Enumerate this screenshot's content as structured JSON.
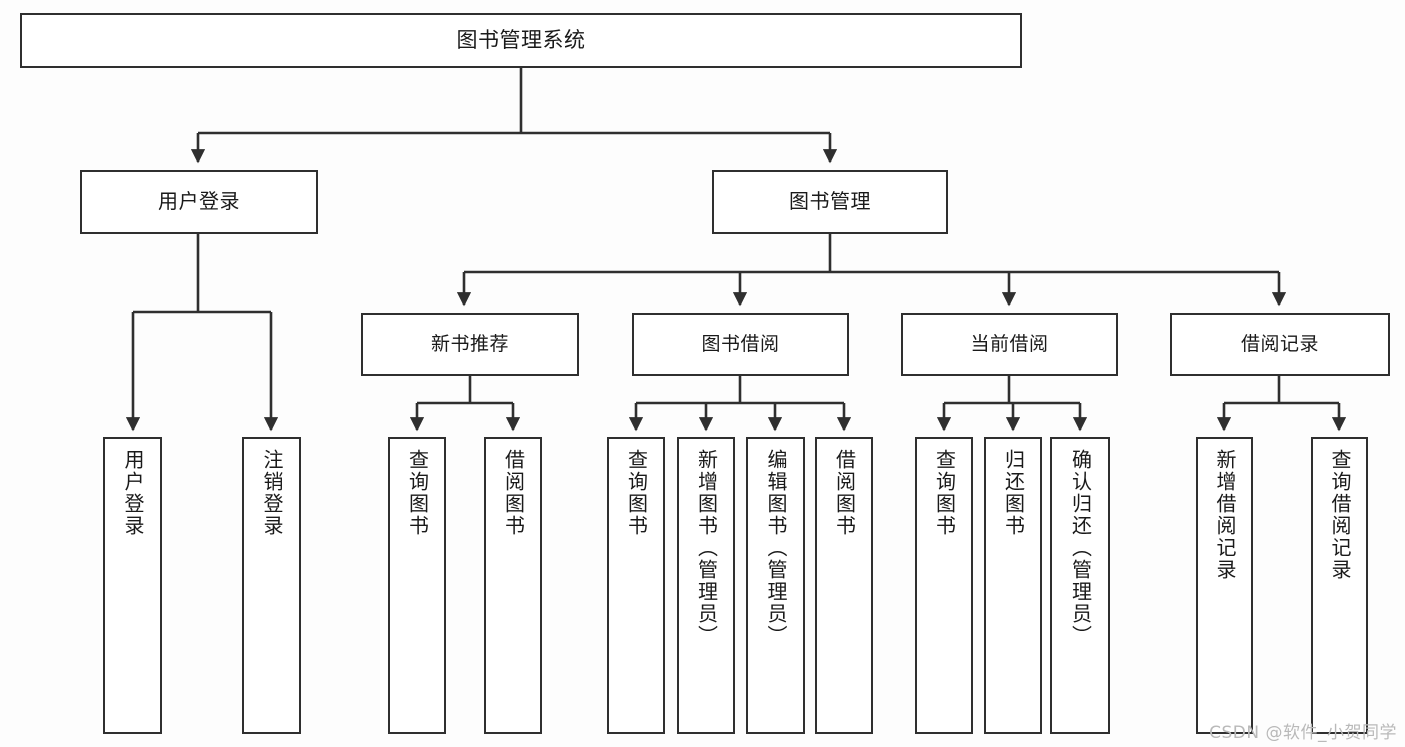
{
  "diagram": {
    "title": "图书管理系统",
    "type": "tree-hierarchy-diagram",
    "watermark": "CSDN @软件_小贺同学",
    "colors": {
      "border": "#2f2f2f",
      "node_fill": "#ffffff",
      "page_background": "#fdfdfd",
      "edge": "#2f2f2f",
      "watermark_text": "#b9b9b9"
    },
    "nodes": {
      "root": {
        "label": "图书管理系统"
      },
      "level2": [
        {
          "id": "user-login",
          "label": "用户登录"
        },
        {
          "id": "book-management",
          "label": "图书管理"
        }
      ],
      "level3": [
        {
          "id": "new-book-recommend",
          "label": "新书推荐"
        },
        {
          "id": "book-borrow",
          "label": "图书借阅"
        },
        {
          "id": "current-borrow",
          "label": "当前借阅"
        },
        {
          "id": "borrow-record",
          "label": "借阅记录"
        }
      ],
      "leaves": {
        "user-login": [
          {
            "id": "leaf-user-login",
            "label": "用户登录"
          },
          {
            "id": "leaf-logout-login",
            "label": "注销登录"
          }
        ],
        "new-book-recommend": [
          {
            "id": "leaf-query-book-1",
            "label": "查询图书"
          },
          {
            "id": "leaf-borrow-book-1",
            "label": "借阅图书"
          }
        ],
        "book-borrow": [
          {
            "id": "leaf-query-book-2",
            "label": "查询图书"
          },
          {
            "id": "leaf-add-book-admin",
            "label": "新增图书（管理员）"
          },
          {
            "id": "leaf-edit-book-admin",
            "label": "编辑图书（管理员）"
          },
          {
            "id": "leaf-borrow-book-2",
            "label": "借阅图书"
          }
        ],
        "current-borrow": [
          {
            "id": "leaf-query-book-3",
            "label": "查询图书"
          },
          {
            "id": "leaf-return-book",
            "label": "归还图书"
          },
          {
            "id": "leaf-confirm-return-admin",
            "label": "确认归还（管理员）"
          }
        ],
        "borrow-record": [
          {
            "id": "leaf-add-borrow-record",
            "label": "新增借阅记录"
          },
          {
            "id": "leaf-query-borrow-record",
            "label": "查询借阅记录"
          }
        ]
      }
    }
  }
}
